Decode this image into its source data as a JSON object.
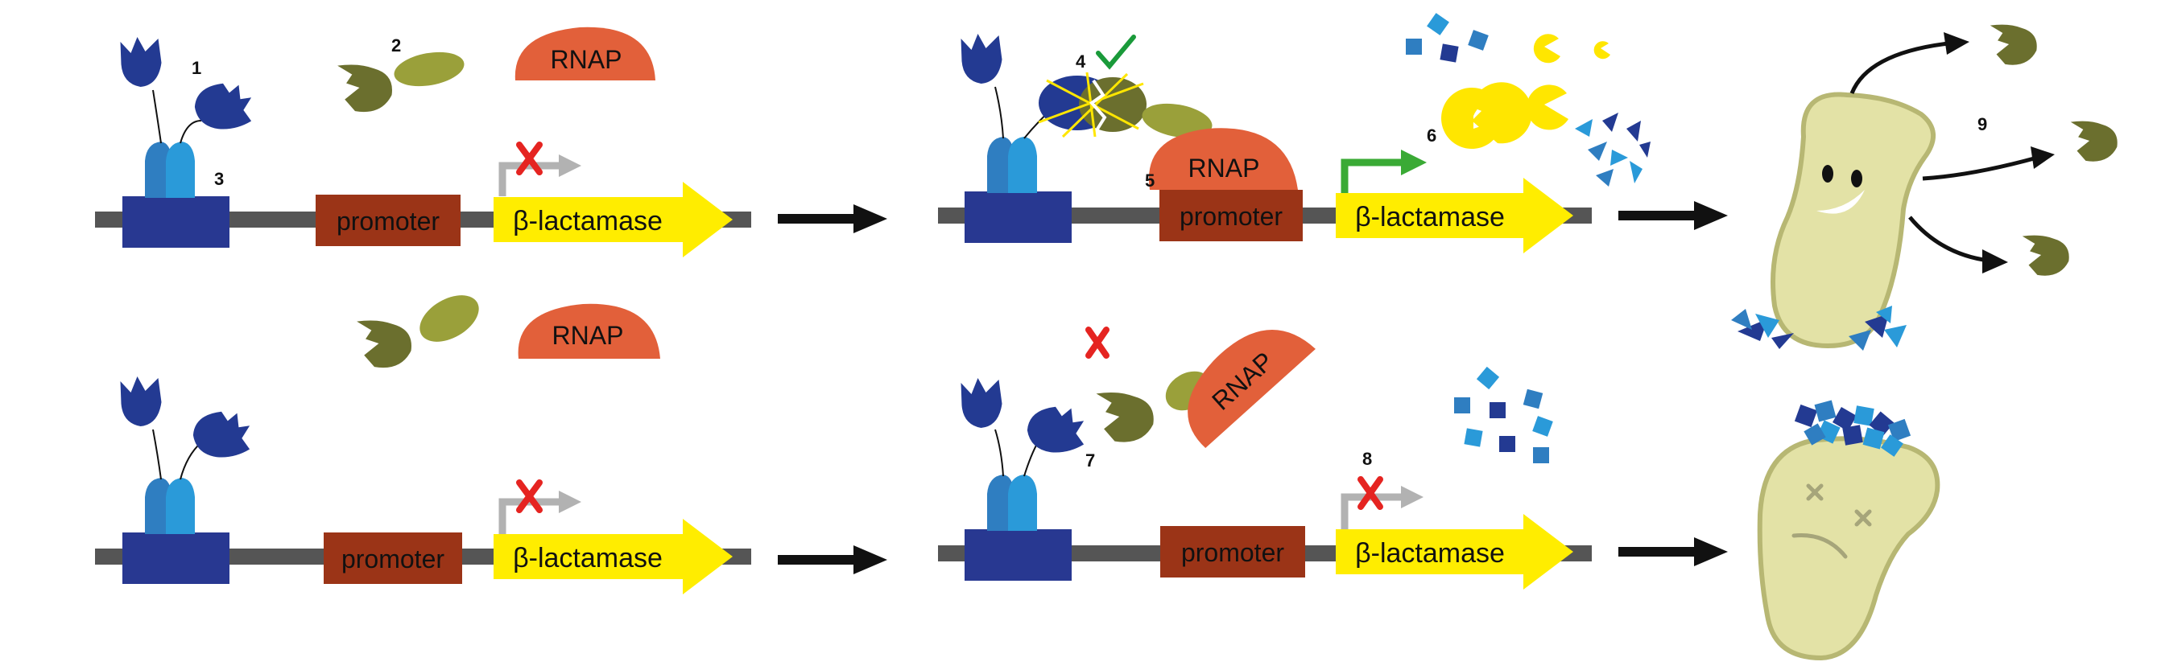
{
  "labels": {
    "promoter": "promoter",
    "gene": "β-lactamase",
    "rnap": "RNAP"
  },
  "numbers": {
    "n1": "1",
    "n2": "2",
    "n3": "3",
    "n4": "4",
    "n5": "5",
    "n6": "6",
    "n7": "7",
    "n8": "8",
    "n9": "9"
  },
  "colors": {
    "dna": "#555555",
    "operator": "#283891",
    "promoter": "#9b3417",
    "gene": "#ffed00",
    "rnap": "#e2603a",
    "receptor_dark": "#233a92",
    "receptor_mid": "#2f7ec1",
    "receptor_light": "#2a9ad9",
    "ligand_olive": "#6b6f2e",
    "ligand_oval": "#9aa03a",
    "active_arrow": "#3aaa35",
    "inactive_arrow": "#b2b2b2",
    "cross": "#e52421",
    "check": "#1a9a3a",
    "pacman": "#ffe600",
    "cell": "#e3e2a6",
    "cell_outline": "#b7b773"
  }
}
